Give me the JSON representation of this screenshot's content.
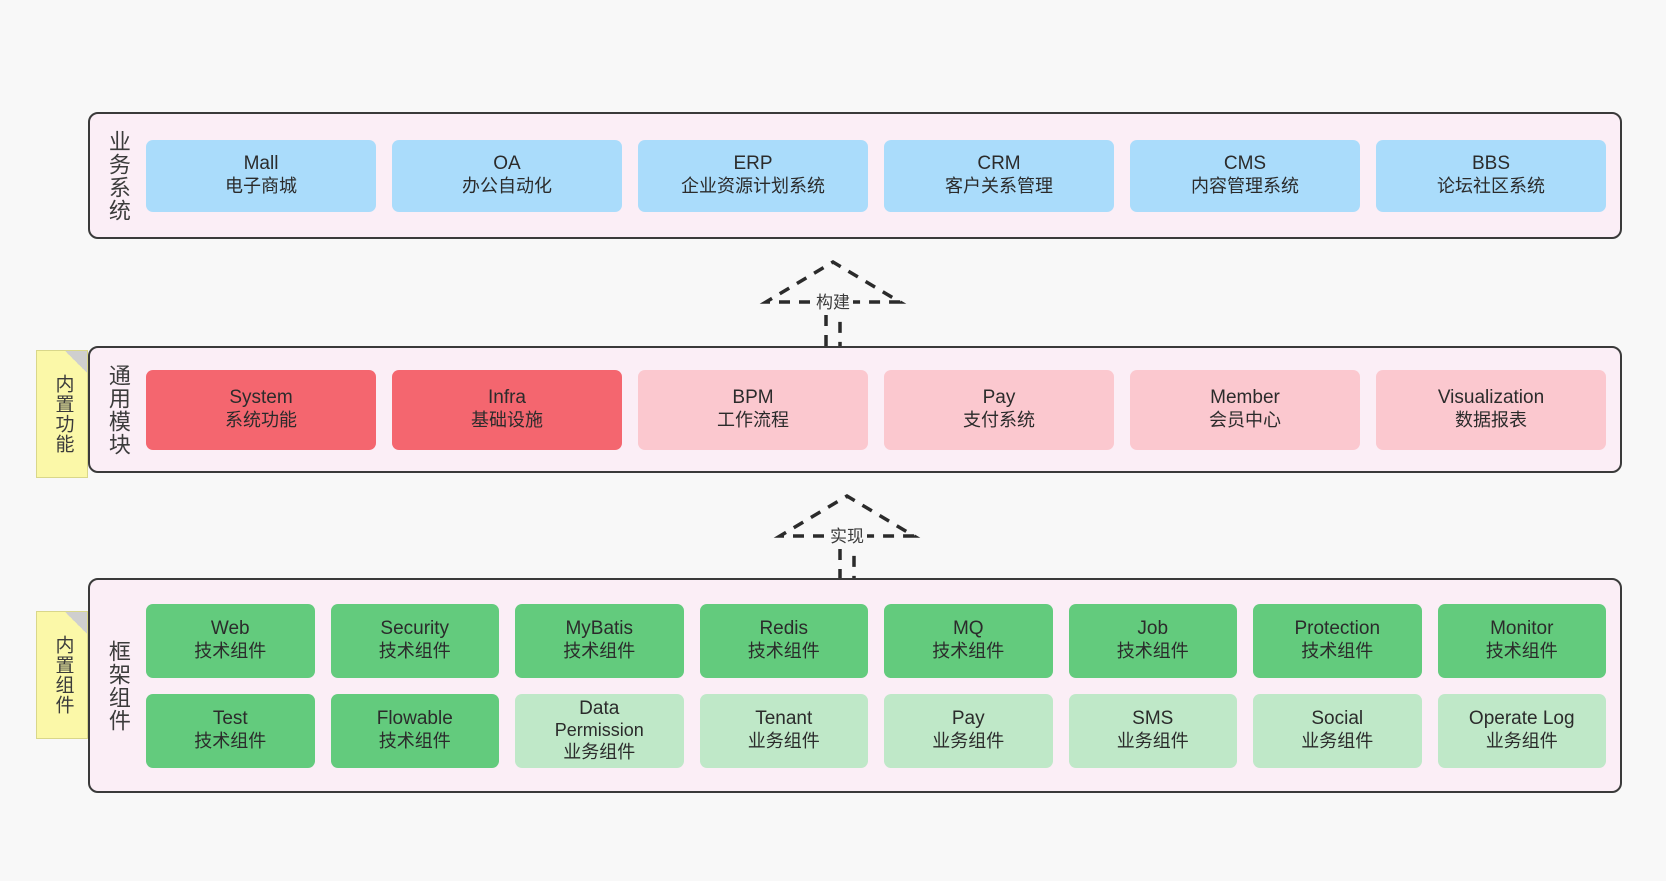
{
  "diagram": {
    "background_color": "#f8f8f8",
    "panel_fill": "#fbeef6",
    "panel_border": "#3a3a3a",
    "note_fill": "#fbf8a8"
  },
  "layers": [
    {
      "id": "business-systems",
      "title": "业务系统",
      "rows": [
        {
          "cells": [
            {
              "t1": "Mall",
              "t2": "电子商城",
              "color": "#aadcfb",
              "style": "c-blue"
            },
            {
              "t1": "OA",
              "t2": "办公自动化",
              "color": "#aadcfb",
              "style": "c-blue"
            },
            {
              "t1": "ERP",
              "t2": "企业资源计划系统",
              "color": "#aadcfb",
              "style": "c-blue"
            },
            {
              "t1": "CRM",
              "t2": "客户关系管理",
              "color": "#aadcfb",
              "style": "c-blue"
            },
            {
              "t1": "CMS",
              "t2": "内容管理系统",
              "color": "#aadcfb",
              "style": "c-blue"
            },
            {
              "t1": "BBS",
              "t2": "论坛社区系统",
              "color": "#aadcfb",
              "style": "c-blue"
            }
          ]
        }
      ]
    },
    {
      "id": "common-modules",
      "title": "通用模块",
      "note": "内置功能",
      "rows": [
        {
          "cells": [
            {
              "t1": "System",
              "t2": "系统功能",
              "color": "#f4666f",
              "style": "c-red"
            },
            {
              "t1": "Infra",
              "t2": "基础设施",
              "color": "#f4666f",
              "style": "c-red"
            },
            {
              "t1": "BPM",
              "t2": "工作流程",
              "color": "#fbc8cf",
              "style": "c-pink"
            },
            {
              "t1": "Pay",
              "t2": "支付系统",
              "color": "#fbc8cf",
              "style": "c-pink"
            },
            {
              "t1": "Member",
              "t2": "会员中心",
              "color": "#fbc8cf",
              "style": "c-pink"
            },
            {
              "t1": "Visualization",
              "t2": "数据报表",
              "color": "#fbc8cf",
              "style": "c-pink"
            }
          ]
        }
      ]
    },
    {
      "id": "framework-components",
      "title": "框架组件",
      "note": "内置组件",
      "rows": [
        {
          "cells": [
            {
              "t1": "Web",
              "t2": "技术组件",
              "color": "#63cb7d",
              "style": "c-green"
            },
            {
              "t1": "Security",
              "t2": "技术组件",
              "color": "#63cb7d",
              "style": "c-green"
            },
            {
              "t1": "MyBatis",
              "t2": "技术组件",
              "color": "#63cb7d",
              "style": "c-green"
            },
            {
              "t1": "Redis",
              "t2": "技术组件",
              "color": "#63cb7d",
              "style": "c-green"
            },
            {
              "t1": "MQ",
              "t2": "技术组件",
              "color": "#63cb7d",
              "style": "c-green"
            },
            {
              "t1": "Job",
              "t2": "技术组件",
              "color": "#63cb7d",
              "style": "c-green"
            },
            {
              "t1": "Protection",
              "t2": "技术组件",
              "color": "#63cb7d",
              "style": "c-green"
            },
            {
              "t1": "Monitor",
              "t2": "技术组件",
              "color": "#63cb7d",
              "style": "c-green"
            }
          ]
        },
        {
          "cells": [
            {
              "t1": "Test",
              "t2": "技术组件",
              "color": "#63cb7d",
              "style": "c-green"
            },
            {
              "t1": "Flowable",
              "t2": "技术组件",
              "color": "#63cb7d",
              "style": "c-green"
            },
            {
              "t1": "Data",
              "t2": "Permission",
              "t3": "业务组件",
              "color": "#bfe8c8",
              "style": "c-lightgreen"
            },
            {
              "t1": "Tenant",
              "t2": "业务组件",
              "color": "#bfe8c8",
              "style": "c-lightgreen"
            },
            {
              "t1": "Pay",
              "t2": "业务组件",
              "color": "#bfe8c8",
              "style": "c-lightgreen"
            },
            {
              "t1": "SMS",
              "t2": "业务组件",
              "color": "#bfe8c8",
              "style": "c-lightgreen"
            },
            {
              "t1": "Social",
              "t2": "业务组件",
              "color": "#bfe8c8",
              "style": "c-lightgreen"
            },
            {
              "t1": "Operate Log",
              "t2": "业务组件",
              "color": "#bfe8c8",
              "style": "c-lightgreen"
            }
          ]
        }
      ]
    }
  ],
  "connectors": [
    {
      "id": "connector-build",
      "label": "构建"
    },
    {
      "id": "connector-realize",
      "label": "实现"
    }
  ]
}
